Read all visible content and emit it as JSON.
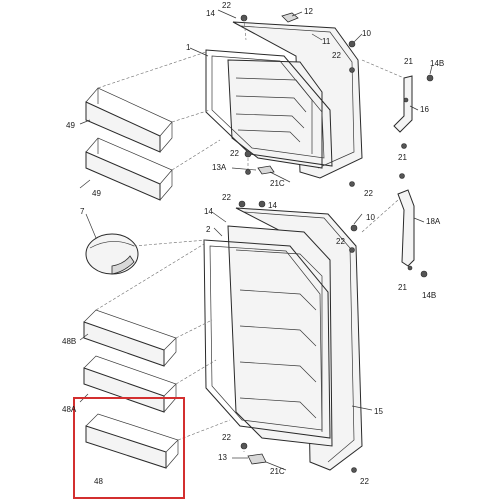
{
  "callouts": {
    "upper_22a": "22",
    "upper_12": "12",
    "upper_14": "14",
    "upper_11": "11",
    "upper_10": "10",
    "upper_22b": "22",
    "upper_1": "1",
    "upper_21": "21",
    "upper_14b_r": "14B",
    "upper_16": "16",
    "upper_21b": "21",
    "upper_13a": "13A",
    "upper_22c": "22",
    "upper_21c": "21C",
    "upper_22d": "22",
    "shelf_49a": "49",
    "shelf_49b": "49",
    "item_7": "7",
    "lower_22a": "22",
    "lower_14a": "14",
    "lower_14b": "14",
    "lower_2": "2",
    "lower_10": "10",
    "lower_22b": "22",
    "lower_18a": "18A",
    "lower_21": "21",
    "lower_14b_r": "14B",
    "lower_15": "15",
    "shelf_48b": "48B",
    "shelf_48a": "48A",
    "shelf_48": "48",
    "lower_22c": "22",
    "lower_13": "13",
    "lower_21c": "21C",
    "lower_22d": "22"
  },
  "highlight": {
    "color": "#d32f2f",
    "target": "48"
  }
}
